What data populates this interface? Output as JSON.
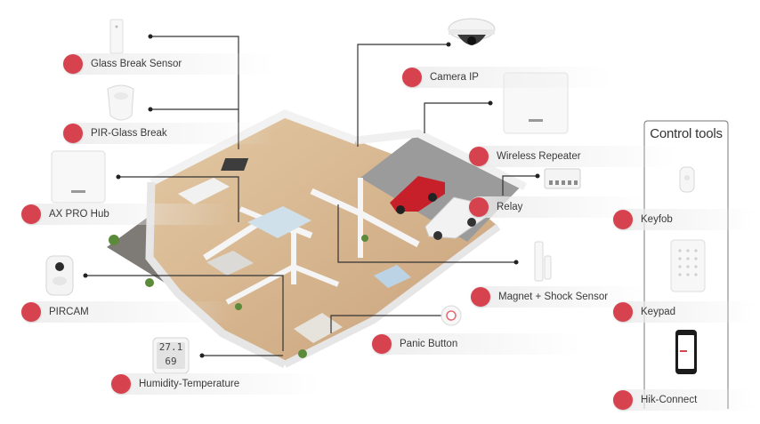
{
  "labels": {
    "glass_break_sensor": "Glass Break Sensor",
    "pir_glass_break": "PIR-Glass Break",
    "ax_pro_hub": "AX PRO Hub",
    "pircam": "PIRCAM",
    "humidity_temperature": "Humidity-Temperature",
    "camera_ip": "Camera IP",
    "wireless_repeater": "Wireless Repeater",
    "relay": "Relay",
    "magnet_shock_sensor": "Magnet + Shock Sensor",
    "panic_button": "Panic Button",
    "keyfob": "Keyfob",
    "keypad": "Keypad",
    "hik_connect": "Hik-Connect"
  },
  "control_tools": {
    "title": "Control tools"
  },
  "thermometer": {
    "temperature": "27.1",
    "humidity": "69"
  },
  "colors": {
    "accent_dot": "#d6434f",
    "connector_line": "#333333",
    "car_red": "#c8202a",
    "car_white": "#f2f2f2"
  }
}
